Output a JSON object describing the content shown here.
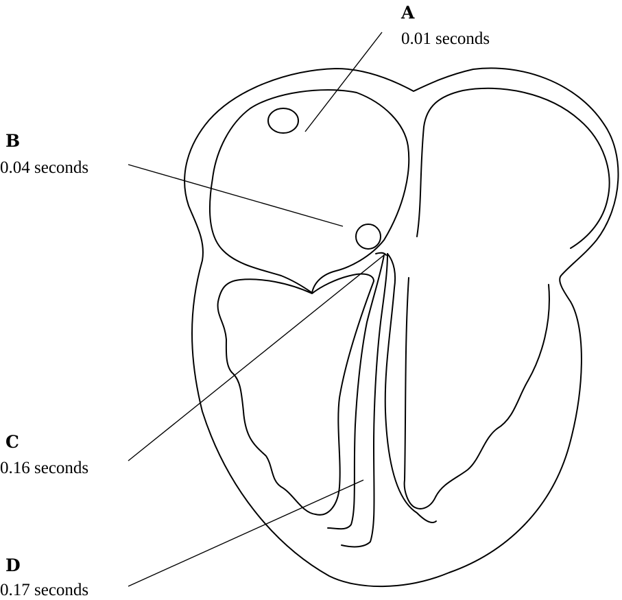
{
  "labels": {
    "A": {
      "letter": "A",
      "time": "0.01 seconds"
    },
    "B": {
      "letter": "B",
      "time": "0.04 seconds"
    },
    "C": {
      "letter": "C",
      "time": "0.16 seconds"
    },
    "D": {
      "letter": "D",
      "time": "0.17 seconds"
    }
  }
}
